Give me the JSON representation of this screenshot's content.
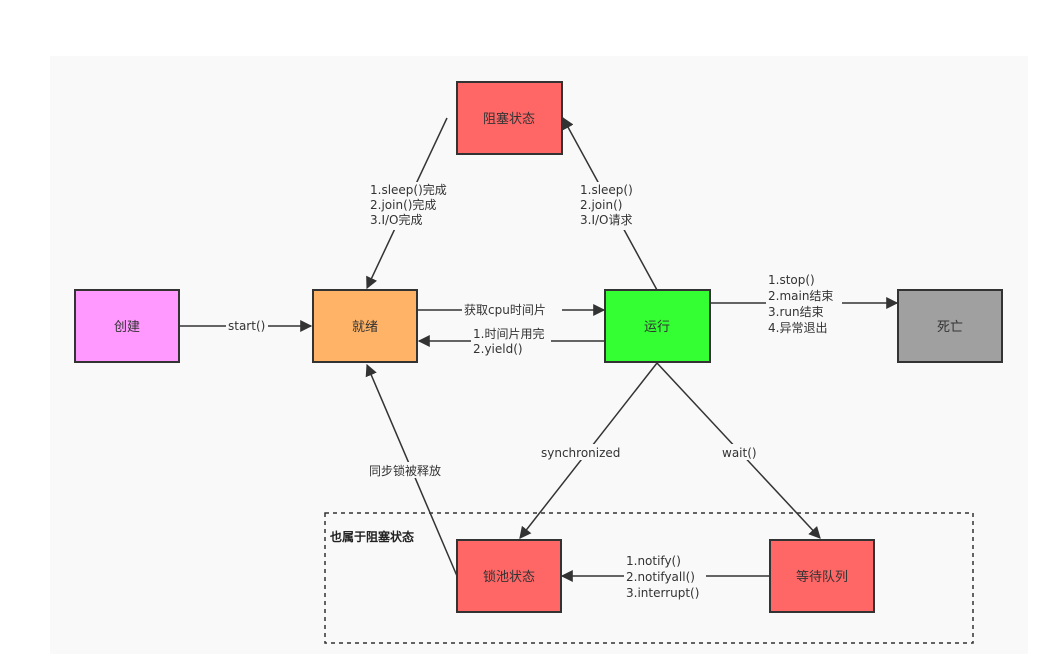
{
  "colors": {
    "background": "#f9f9f9",
    "created": "#ff99ff",
    "ready": "#ffb366",
    "running": "#33ff33",
    "dead": "#a0a0a0",
    "blocked": "#ff6666",
    "stroke": "#333333"
  },
  "nodes": {
    "created": "创建",
    "ready": "就绪",
    "running": "运行",
    "dead": "死亡",
    "blocked": "阻塞状态",
    "lock_pool": "锁池状态",
    "wait_queue": "等待队列"
  },
  "region": {
    "label": "也属于阻塞状态"
  },
  "edges": {
    "start": "start()",
    "get_cpu": "获取cpu时间片",
    "back_to_ready": [
      "1.时间片用完",
      "2.yield()"
    ],
    "to_blocked": [
      "1.sleep()",
      "2.join()",
      "3.I/O请求"
    ],
    "blocked_to_ready": [
      "1.sleep()完成",
      "2.join()完成",
      "3.I/O完成"
    ],
    "to_dead": [
      "1.stop()",
      "2.main结束",
      "3.run结束",
      "4.异常退出"
    ],
    "synchronized": "synchronized",
    "wait": "wait()",
    "lock_released": "同步锁被释放",
    "notify": [
      "1.notify()",
      "2.notifyall()",
      "3.interrupt()"
    ]
  }
}
